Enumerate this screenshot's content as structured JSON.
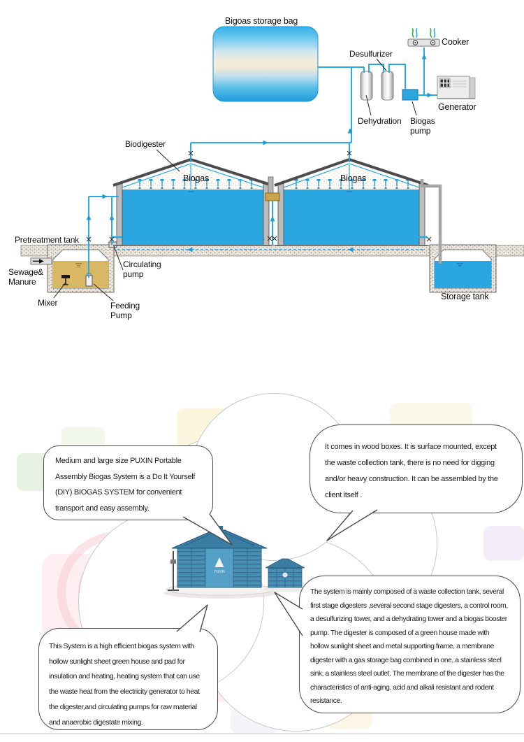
{
  "diagram": {
    "labels": {
      "storage_bag": "Bigoas storage bag",
      "desulfurizer": "Desulfurizer",
      "dehydration": "Dehydration",
      "biogas_pump": "Biogas\npump",
      "cooker": "Cooker",
      "generator": "Generator",
      "biodigester": "Biodigester",
      "biogas_left": "Biogas",
      "biogas_right": "Biogas",
      "pretreatment_tank": "Pretreatment tank",
      "circulating_pump": "Circulating\npump",
      "sewage_manure": "Sewage&\nManure",
      "mixer": "Mixer",
      "feeding_pump": "Feeding\nPump",
      "storage_tank": "Storage tank"
    },
    "colors": {
      "pipe_blue": "#29abe2",
      "liquid_blue": "#2aa6e0",
      "slurry_tan": "#d8b765",
      "roof_gray": "#4c4c4c"
    }
  },
  "product": {
    "logo": "PUXIN"
  },
  "info": {
    "bubbles": [
      {
        "id": "top-left",
        "text": "Medium and large size PUXIN Portable Assembly Biogas System is a Do It Yourself (DIY) BIOGAS SYSTEM for convenient transport and easy assembly."
      },
      {
        "id": "top-right",
        "text": "It comes in wood boxes. It is surface mounted, except the waste collection tank, there is no need for digging and/or heavy construction. It can be assembled by the client itself ."
      },
      {
        "id": "bottom-left",
        "text": "This System is a high efficient biogas system with hollow sunlight sheet green house and pad for insulation and heating, heating system that can use the waste heat from the electricity generator to heat the digester,and circulating pumps for raw material and anaerobic digestate mixing."
      },
      {
        "id": "bottom-right",
        "text": "The system is mainly composed of a waste collection tank, several first stage digesters ,several second stage digesters, a control room, a desulfurizing tower, and a dehydrating tower and a biogas booster pump. The digester is composed of a green house made with hollow sunlight sheet and metal supporting frame, a membrane digester with a gas storage bag combined in one, a stainless steel sink, a stainless steel outlet. The membrane of the digester has the characteristics of anti-aging, acid and alkali resistant and rodent resistance."
      }
    ]
  }
}
